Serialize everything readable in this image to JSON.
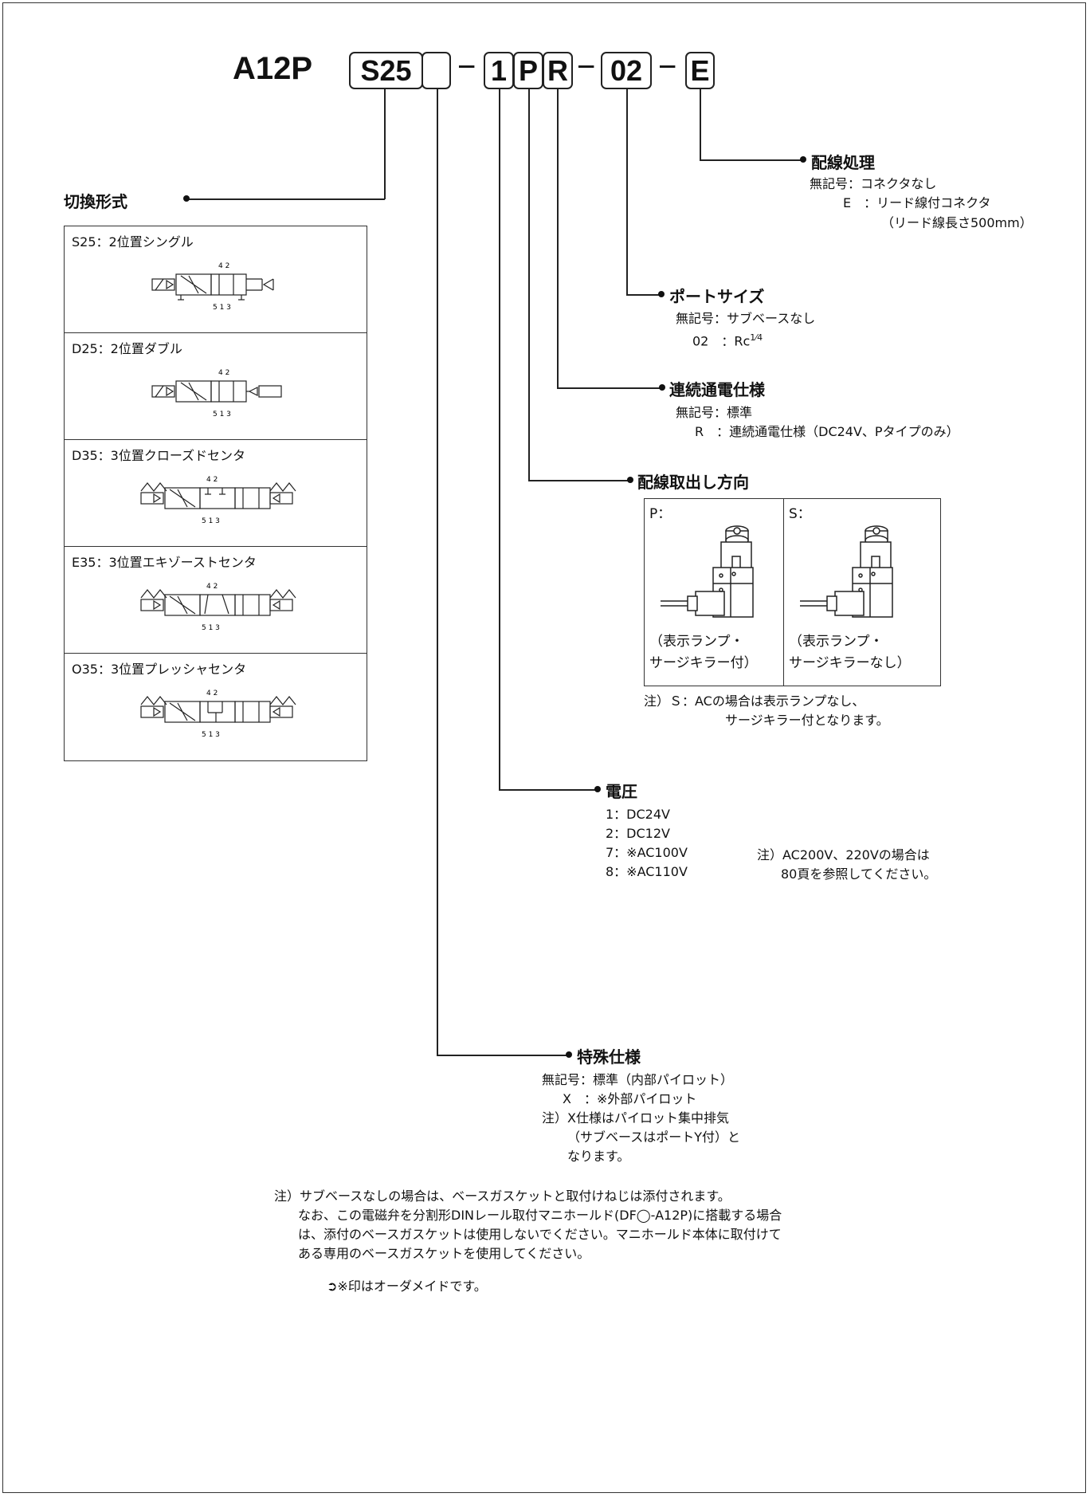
{
  "model_code": {
    "prefix": "A12P",
    "segments": [
      "S25",
      "",
      "1",
      "P",
      "R",
      "02",
      "E"
    ],
    "separators": [
      "−",
      "−",
      "−"
    ]
  },
  "switching": {
    "title": "切換形式",
    "rows": [
      {
        "label": "S25：2位置シングル",
        "symbol": "2pos-single-solenoid-symbol"
      },
      {
        "label": "D25：2位置ダブル",
        "symbol": "2pos-double-solenoid-symbol"
      },
      {
        "label": "D35：3位置クローズドセンタ",
        "symbol": "3pos-closed-center-symbol"
      },
      {
        "label": "E35：3位置エキゾーストセンタ",
        "symbol": "3pos-exhaust-center-symbol"
      },
      {
        "label": "O35：3位置プレッシャセンタ",
        "symbol": "3pos-pressure-center-symbol"
      }
    ]
  },
  "wiring": {
    "title": "配線処理",
    "lines": [
      "無記号：コネクタなし",
      "E　：リード線付コネクタ",
      "（リード線長さ500mm）"
    ]
  },
  "port_size": {
    "title": "ポートサイズ",
    "lines": [
      "無記号：サブベースなし",
      "02　：Rc"
    ],
    "fraction": "1⁄4"
  },
  "continuous": {
    "title": "連続通電仕様",
    "lines": [
      "無記号：標準",
      "R　：連続通電仕様（DC24V、Pタイプのみ）"
    ]
  },
  "lead_direction": {
    "title": "配線取出し方向",
    "options": [
      {
        "label": "P：",
        "caption1": "（表示ランプ・",
        "caption2": "サージキラー付）"
      },
      {
        "label": "S：",
        "caption1": "（表示ランプ・",
        "caption2": "サージキラーなし）"
      }
    ],
    "note1": "注）Ｓ：ACの場合は表示ランプなし、",
    "note2": "サージキラー付となります。"
  },
  "voltage": {
    "title": "電圧",
    "lines": [
      "1：DC24V",
      "2：DC12V",
      "7：※AC100V",
      "8：※AC110V"
    ],
    "note1": "注）AC200V、220Vの場合は",
    "note2": "80頁を参照してください。"
  },
  "special": {
    "title": "特殊仕様",
    "lines": [
      "無記号：標準（内部パイロット）",
      "X　：※外部パイロット",
      "注）X仕様はパイロット集中排気",
      "（サブベースはポートY付）と",
      "なります。"
    ]
  },
  "footnote": {
    "lines": [
      "注）サブベースなしの場合は、ベースガスケットと取付けねじは添付されます。",
      "なお、この電磁弁を分割形DINレール取付マニホールド(DF◯-A12P)に搭載する場合",
      "は、添付のベースガスケットは使用しないでください。マニホールド本体に取付けて",
      "ある専用のベースガスケットを使用してください。"
    ],
    "made_to_order": "➲※印はオーダメイドです。"
  }
}
